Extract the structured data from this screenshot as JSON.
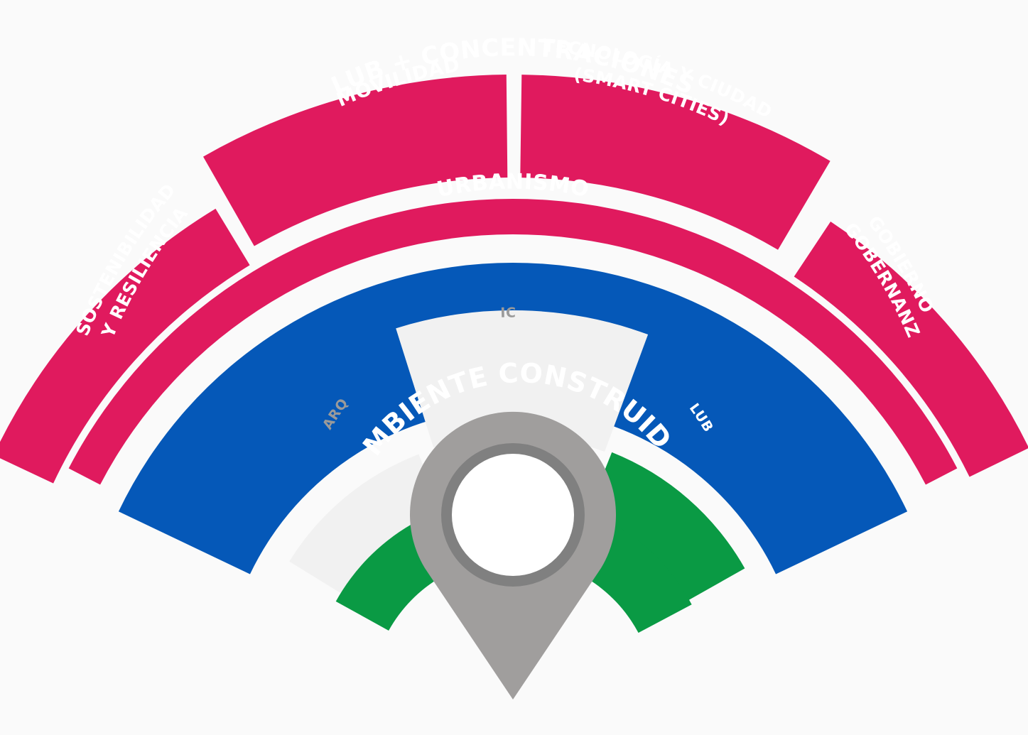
{
  "colors": {
    "background": "#fafafa",
    "magenta": "#e01a5e",
    "blue": "#0558b8",
    "green": "#0a9a44",
    "light_grey": "#f1f1f1",
    "pin_grey": "#a09e9d",
    "pin_ring": "#808080",
    "pin_hole": "#ffffff"
  },
  "outer_ring": {
    "sostenibilidad": {
      "line1": "SOSTENIBILIDAD",
      "line2": "Y RESILIENCIA"
    },
    "movilidad": {
      "label": "MOVILIDAD"
    },
    "tecnologia": {
      "line1": "TECNOLOGÍA Y CIUDAD",
      "line2": "(SMART CITIES)"
    },
    "gobierno": {
      "line1": "GOBIERNO",
      "line2": "Y GOBERNANZA"
    }
  },
  "lub_ring": {
    "label": "LUB + CONCENTRACIONES"
  },
  "urbanismo_ring": {
    "label": "URBANISMO"
  },
  "inner_segments": {
    "arq": {
      "label": "ARQ"
    },
    "ic": {
      "label": "IC"
    },
    "lub": {
      "label": "LUB"
    }
  },
  "core": {
    "label": "AMBIENTE CONSTRUIDO"
  },
  "pin": {
    "icon": "location-pin-icon"
  }
}
